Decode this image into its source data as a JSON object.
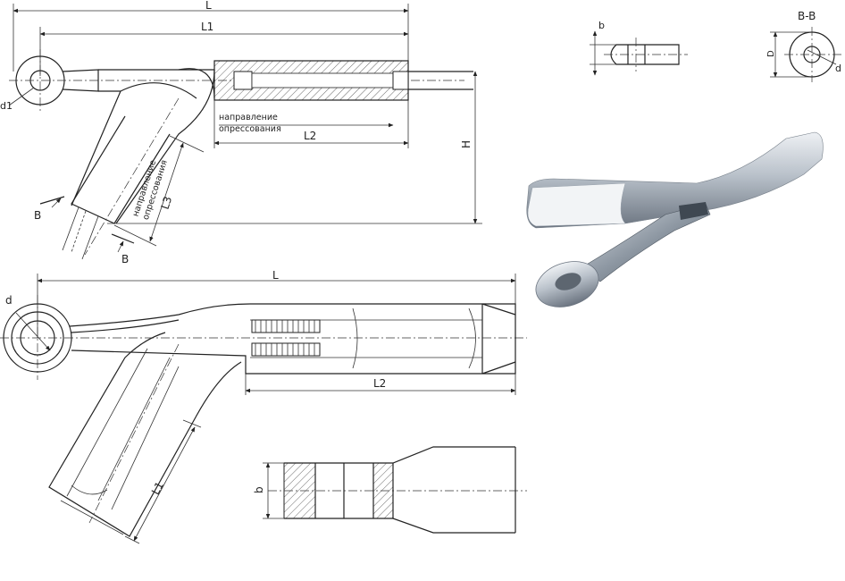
{
  "top_drawing": {
    "dim_L": "L",
    "dim_L1": "L1",
    "dim_L2": "L2",
    "dim_L3": "L3",
    "dim_H": "H",
    "dim_d1": "d1",
    "section_mark_left": "B",
    "section_mark_right": "B",
    "press_direction_line1": "направление",
    "press_direction_line2": "опрессования",
    "press_direction_diag_line1": "направление",
    "press_direction_diag_line2": "опрессования"
  },
  "detail_b": {
    "dim_b": "b"
  },
  "section_bb": {
    "title": "B-B",
    "dim_D": "D",
    "dim_d": "d"
  },
  "bottom_drawing": {
    "dim_L": "L",
    "dim_L2": "L2",
    "dim_L1": "L1",
    "dim_d": "d"
  },
  "bottom_section": {
    "dim_b": "b"
  },
  "photo": {
    "colors": {
      "metal_light": "#d8dde3",
      "metal_mid": "#9aa3ad",
      "metal_dark": "#5d6670"
    }
  }
}
